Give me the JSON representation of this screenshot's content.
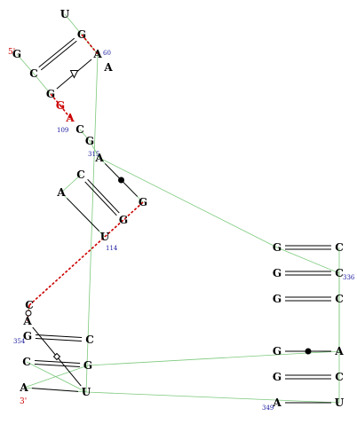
{
  "colors": {
    "backbone": "#7cc97c",
    "pair": "#000000",
    "highlight": "#cc0000",
    "number": "#1a1aa0"
  },
  "labels": {
    "five_prime": "5'",
    "three_prime": "3'"
  },
  "nucleotides": [
    {
      "id": "n1",
      "base": "U"
    },
    {
      "id": "n2",
      "base": "G"
    },
    {
      "id": "n3",
      "base": "G"
    },
    {
      "id": "n4",
      "base": "A"
    },
    {
      "id": "n5",
      "base": "A"
    },
    {
      "id": "n6",
      "base": "C"
    },
    {
      "id": "n7",
      "base": "G"
    },
    {
      "id": "n8",
      "base": "G",
      "red": true
    },
    {
      "id": "n9",
      "base": "A",
      "red": true
    },
    {
      "id": "n10",
      "base": "C"
    },
    {
      "id": "n11",
      "base": "G"
    },
    {
      "id": "n12",
      "base": "A"
    },
    {
      "id": "n13",
      "base": "C"
    },
    {
      "id": "n14",
      "base": "A"
    },
    {
      "id": "n15",
      "base": "G"
    },
    {
      "id": "n16",
      "base": "G"
    },
    {
      "id": "n17",
      "base": "U"
    },
    {
      "id": "n18",
      "base": "G"
    },
    {
      "id": "n19",
      "base": "C"
    },
    {
      "id": "n20",
      "base": "G"
    },
    {
      "id": "n21",
      "base": "C"
    },
    {
      "id": "n22",
      "base": "G"
    },
    {
      "id": "n23",
      "base": "C"
    },
    {
      "id": "n24",
      "base": "G"
    },
    {
      "id": "n25",
      "base": "A"
    },
    {
      "id": "n26",
      "base": "G"
    },
    {
      "id": "n27",
      "base": "C"
    },
    {
      "id": "n28",
      "base": "A"
    },
    {
      "id": "n29",
      "base": "U"
    },
    {
      "id": "n30",
      "base": "C"
    },
    {
      "id": "n31",
      "base": "A"
    },
    {
      "id": "n32",
      "base": "G"
    },
    {
      "id": "n33",
      "base": "C"
    },
    {
      "id": "n34",
      "base": "C"
    },
    {
      "id": "n35",
      "base": "G"
    },
    {
      "id": "n36",
      "base": "A"
    },
    {
      "id": "n37",
      "base": "U"
    }
  ],
  "numbers": [
    {
      "id": "num60",
      "text": "60"
    },
    {
      "id": "num109",
      "text": "109"
    },
    {
      "id": "num315",
      "text": "315"
    },
    {
      "id": "num114",
      "text": "114"
    },
    {
      "id": "num336",
      "text": "336"
    },
    {
      "id": "num354",
      "text": "354"
    },
    {
      "id": "num349",
      "text": "349"
    }
  ],
  "backbone_links": [
    [
      "n1",
      "n2"
    ],
    [
      "n2",
      "n5"
    ],
    [
      "n3",
      "n6"
    ],
    [
      "n6",
      "n7"
    ],
    [
      "n10",
      "n11"
    ],
    [
      "n11",
      "n12"
    ],
    [
      "n12",
      "n16"
    ],
    [
      "n12",
      "n18"
    ],
    [
      "n13",
      "n14"
    ],
    [
      "n14",
      "n17"
    ],
    [
      "n5",
      "n37"
    ],
    [
      "n19",
      "n25"
    ],
    [
      "n18",
      "n21"
    ],
    [
      "n21",
      "n23"
    ],
    [
      "n23",
      "n27"
    ],
    [
      "n27",
      "n29"
    ],
    [
      "n29",
      "n37"
    ],
    [
      "n25",
      "n35"
    ],
    [
      "n35",
      "n36"
    ],
    [
      "n36",
      "n37"
    ],
    [
      "n30",
      "n31"
    ],
    [
      "n34",
      "n37"
    ]
  ],
  "dashed_links": [
    [
      "n2",
      "n5"
    ],
    [
      "n7",
      "n8"
    ],
    [
      "n8",
      "n9"
    ],
    [
      "n16",
      "n30"
    ],
    [
      "n30",
      "n31"
    ]
  ],
  "base_pairs": [
    {
      "a": "n2",
      "b": "n6",
      "type": "double"
    },
    {
      "a": "n7",
      "b": "n5",
      "type": "single",
      "mark": "triangle"
    },
    {
      "a": "n13",
      "b": "n15",
      "type": "double"
    },
    {
      "a": "n12",
      "b": "n16",
      "type": "single",
      "mark": "dot"
    },
    {
      "a": "n14",
      "b": "n17",
      "type": "single"
    },
    {
      "a": "n18",
      "b": "n19",
      "type": "double"
    },
    {
      "a": "n20",
      "b": "n21",
      "type": "double"
    },
    {
      "a": "n22",
      "b": "n23",
      "type": "double"
    },
    {
      "a": "n24",
      "b": "n25",
      "type": "single",
      "mark": "dot"
    },
    {
      "a": "n26",
      "b": "n27",
      "type": "double"
    },
    {
      "a": "n28",
      "b": "n29",
      "type": "single"
    },
    {
      "a": "n32",
      "b": "n33",
      "type": "double"
    },
    {
      "a": "n34",
      "b": "n35",
      "type": "double"
    },
    {
      "a": "n36",
      "b": "n37",
      "type": "single"
    },
    {
      "a": "n30",
      "b": "n31",
      "type": "single",
      "mark": "circle"
    },
    {
      "a": "n31",
      "b": "n37",
      "type": "single",
      "mark": "diamond"
    }
  ]
}
